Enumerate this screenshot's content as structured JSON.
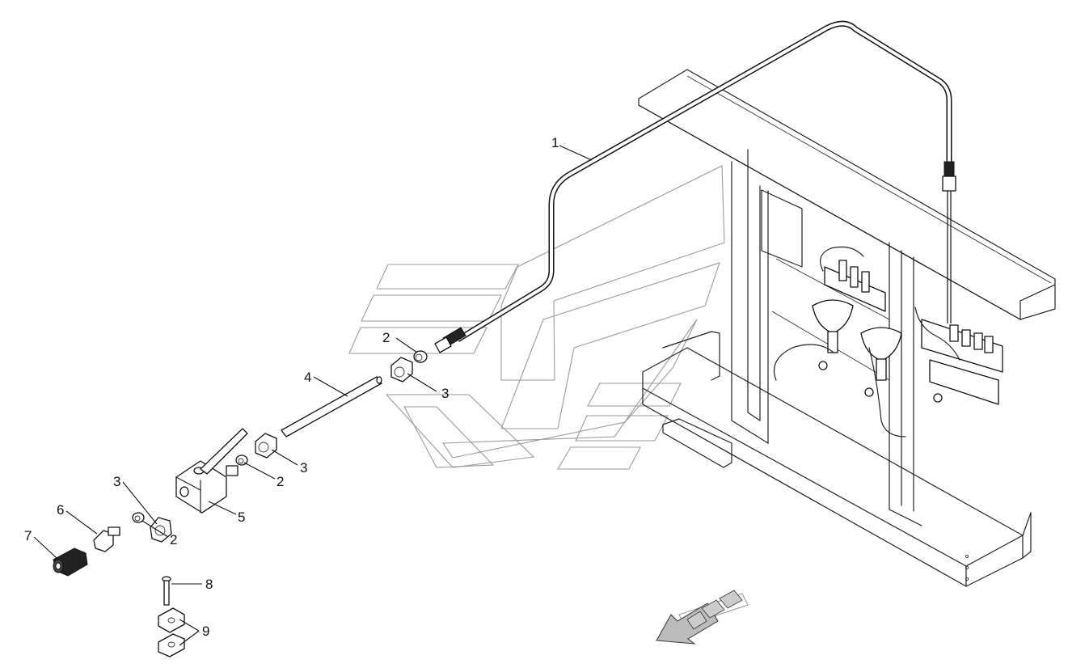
{
  "diagram": {
    "callouts": [
      {
        "id": "c1",
        "label": "1"
      },
      {
        "id": "c2a",
        "label": "2"
      },
      {
        "id": "c3a",
        "label": "3"
      },
      {
        "id": "c4",
        "label": "4"
      },
      {
        "id": "c3b",
        "label": "3"
      },
      {
        "id": "c2b",
        "label": "2"
      },
      {
        "id": "c3c",
        "label": "3"
      },
      {
        "id": "c5",
        "label": "5"
      },
      {
        "id": "c6",
        "label": "6"
      },
      {
        "id": "c2c",
        "label": "2"
      },
      {
        "id": "c7",
        "label": "7"
      },
      {
        "id": "c8",
        "label": "8"
      },
      {
        "id": "c9",
        "label": "9"
      }
    ]
  }
}
